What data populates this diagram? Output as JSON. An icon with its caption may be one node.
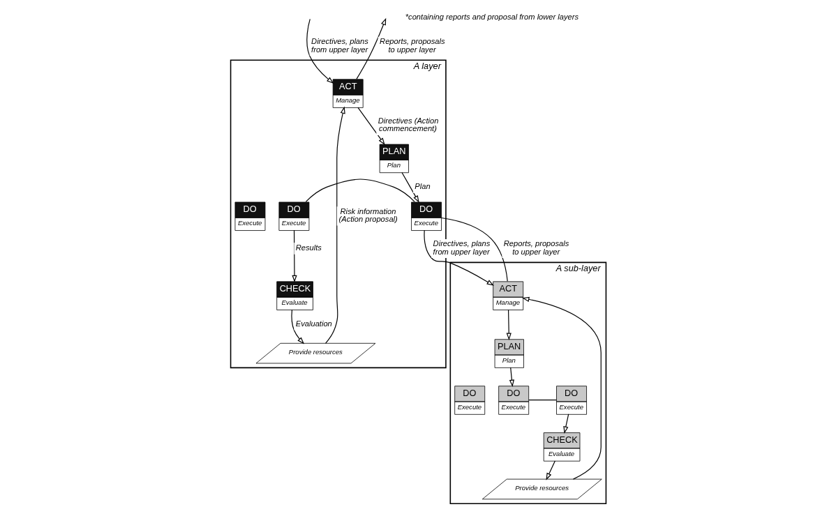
{
  "diagram": {
    "nodes": [
      {
        "text": [
          "A layer"
        ]
      },
      {
        "text": [
          "ACT",
          "Manage"
        ],
        "in": 0
      },
      {
        "text": [
          "PLAN",
          "Plan"
        ],
        "in": 0
      },
      {
        "text": [
          "DO",
          "Execute"
        ],
        "in": 0
      },
      {
        "text": [
          "DO",
          "Execute"
        ],
        "in": 0
      },
      {
        "text": [
          "DO",
          "Execute"
        ],
        "in": 0
      },
      {
        "text": [
          "CHECK",
          "Evaluate"
        ],
        "in": 0
      },
      {
        "text": [
          "Provide resources"
        ],
        "in": 0
      },
      {
        "text": [
          "A sub-layer"
        ]
      },
      {
        "text": [
          "ACT",
          "Manage"
        ],
        "in": 8
      },
      {
        "text": [
          "PLAN",
          "Plan"
        ],
        "in": 8
      },
      {
        "text": [
          "DO",
          "Execute"
        ],
        "in": 8
      },
      {
        "text": [
          "DO",
          "Execute"
        ],
        "in": 8
      },
      {
        "text": [
          "DO",
          "Execute"
        ],
        "in": 8
      },
      {
        "text": [
          "CHECK",
          "Evaluate"
        ],
        "in": 8
      },
      {
        "text": [
          "Provide resources"
        ],
        "in": 8
      }
    ],
    "edges": [
      {
        "from": null,
        "to": 1,
        "arrow": "to",
        "label": "Directives, plans from upper layer"
      },
      {
        "from": 1,
        "to": null,
        "arrow": "to",
        "label": "Reports, proposals to upper layer"
      },
      {
        "from": 1,
        "to": 2,
        "arrow": "to",
        "label": "Directives (Action commencement)"
      },
      {
        "from": 2,
        "to": 4,
        "arrow": "to",
        "label": "Plan"
      },
      {
        "from": 4,
        "to": 5,
        "arrow": "none"
      },
      {
        "from": 5,
        "to": 6,
        "arrow": "to",
        "label": "Results"
      },
      {
        "from": 6,
        "to": 7,
        "arrow": "to",
        "label": "Evaluation"
      },
      {
        "from": 7,
        "to": 1,
        "arrow": "to",
        "label": "Risk information (Action proposal)"
      },
      {
        "from": 4,
        "to": 9,
        "arrow": "to",
        "label": "Directives, plans from upper layer"
      },
      {
        "from": 9,
        "to": 4,
        "arrow": "none",
        "label": "Reports, proposals to upper layer"
      },
      {
        "from": 9,
        "to": 10,
        "arrow": "to"
      },
      {
        "from": 10,
        "to": 12,
        "arrow": "to"
      },
      {
        "from": 12,
        "to": 13,
        "arrow": "none"
      },
      {
        "from": 13,
        "to": 14,
        "arrow": "to"
      },
      {
        "from": 14,
        "to": 15,
        "arrow": "to"
      },
      {
        "from": 15,
        "to": 9,
        "arrow": "to"
      }
    ],
    "labels": [
      "*containing reports and proposal from lower layers"
    ]
  }
}
